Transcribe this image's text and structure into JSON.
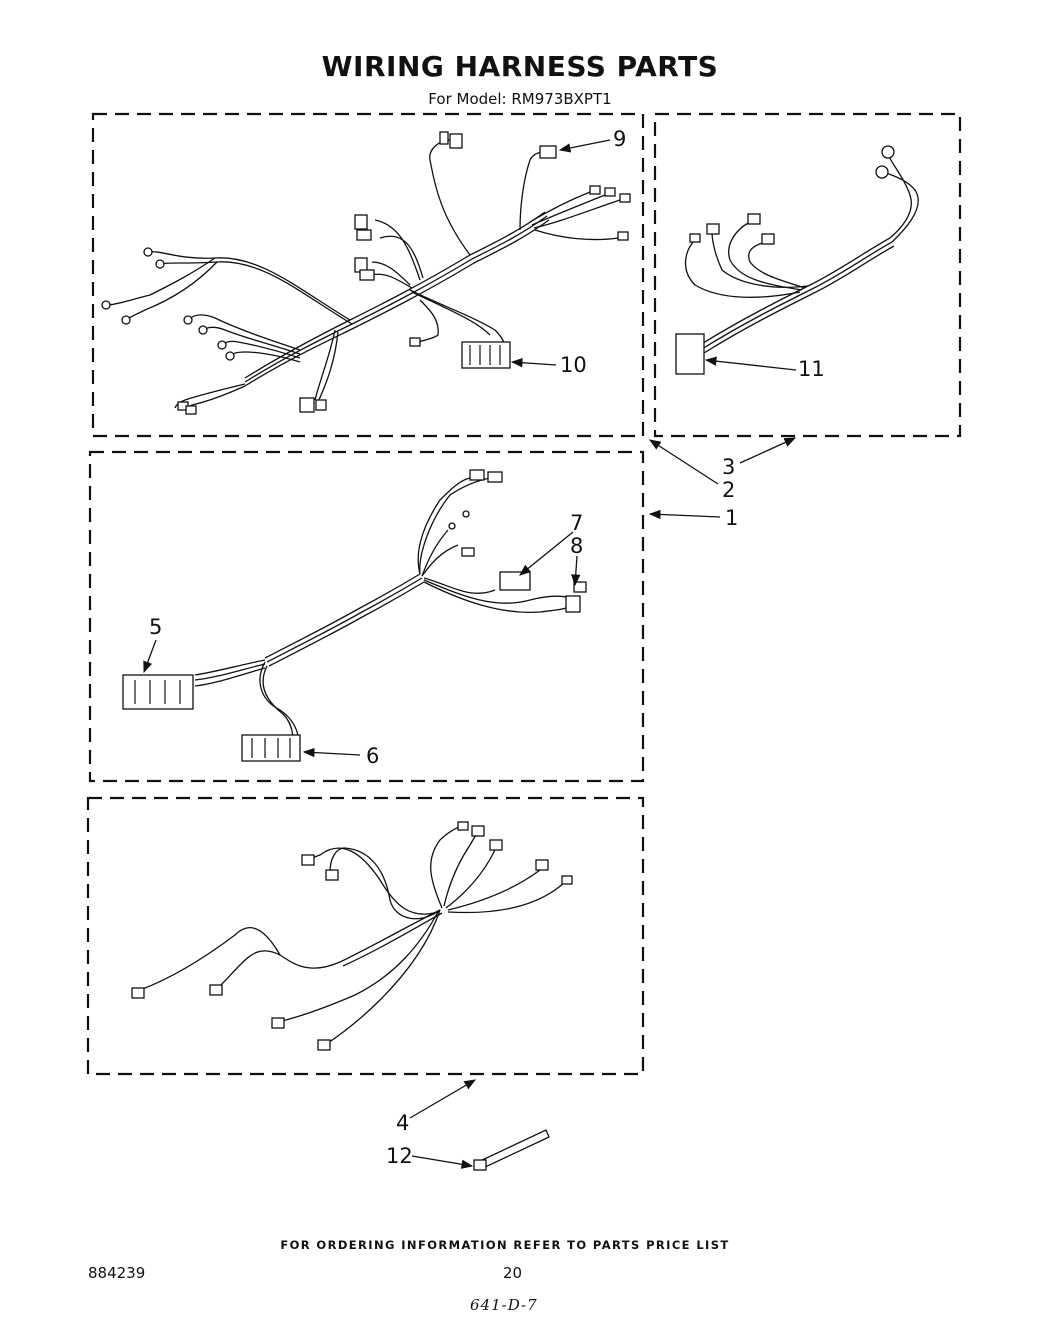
{
  "header": {
    "title": "WIRING HARNESS PARTS",
    "model_line": "For Model: RM973BXPT1"
  },
  "callouts": {
    "c1": "1",
    "c2": "2",
    "c3": "3",
    "c4": "4",
    "c5": "5",
    "c6": "6",
    "c7": "7",
    "c8": "8",
    "c9": "9",
    "c10": "10",
    "c11": "11",
    "c12": "12"
  },
  "footer": {
    "ordering_note": "FOR ORDERING INFORMATION REFER TO PARTS PRICE LIST",
    "doc_number": "884239",
    "page_number": "20",
    "handwritten_note": "641-D-7"
  },
  "colors": {
    "ink": "#111111",
    "paper": "#ffffff"
  }
}
